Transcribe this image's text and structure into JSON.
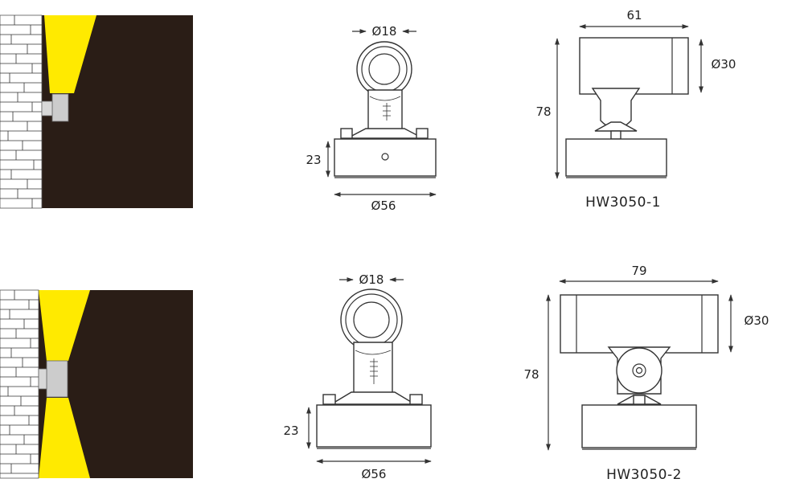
{
  "colors": {
    "beam": "#ffea00",
    "wall_bg": "#2a1d16",
    "brick_fill": "#ffffff",
    "fixture": "#cccccc",
    "line": "#333333"
  },
  "rows": [
    {
      "model": "HW3050-1",
      "beam_mode": "single-up",
      "front": {
        "top_dia": "Ø18",
        "height": "23",
        "base_dia": "Ø56"
      },
      "side": {
        "width": "61",
        "height": "78",
        "head_dia": "Ø30"
      }
    },
    {
      "model": "HW3050-2",
      "beam_mode": "up-down",
      "front": {
        "top_dia": "Ø18",
        "height": "23",
        "base_dia": "Ø56"
      },
      "side": {
        "width": "79",
        "height": "78",
        "head_dia": "Ø30"
      }
    }
  ]
}
